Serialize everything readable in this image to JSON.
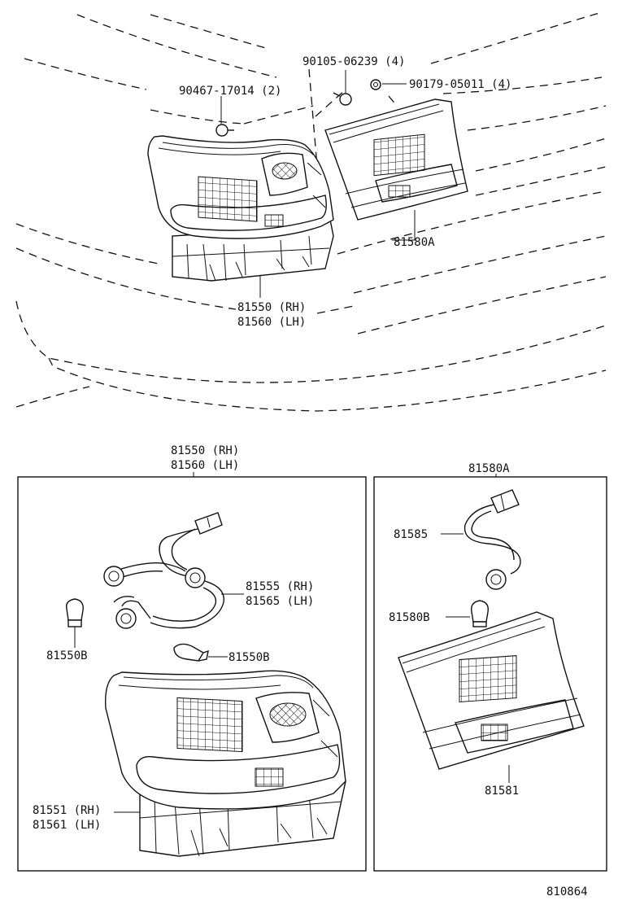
{
  "labels": {
    "bolt": "90105-06239 (4)",
    "nut": "90179-05011 (4)",
    "clip": "90467-17014 (2)",
    "garnish_top": "81580A",
    "lamp_top_rh": "81550 (RH)",
    "lamp_top_lh": "81560 (LH)",
    "box1_title_rh": "81550 (RH)",
    "box1_title_lh": "81560 (LH)",
    "box2_title": "81580A",
    "socket_rh": "81555 (RH)",
    "socket_lh": "81565 (LH)",
    "bulb_left": "81550B",
    "bulb_right": "81550B",
    "lens_rh": "81551 (RH)",
    "lens_lh": "81561 (LH)",
    "cord": "81585",
    "garnish_bulb": "81580B",
    "garnish_lens": "81581",
    "diagram_number": "810864"
  }
}
